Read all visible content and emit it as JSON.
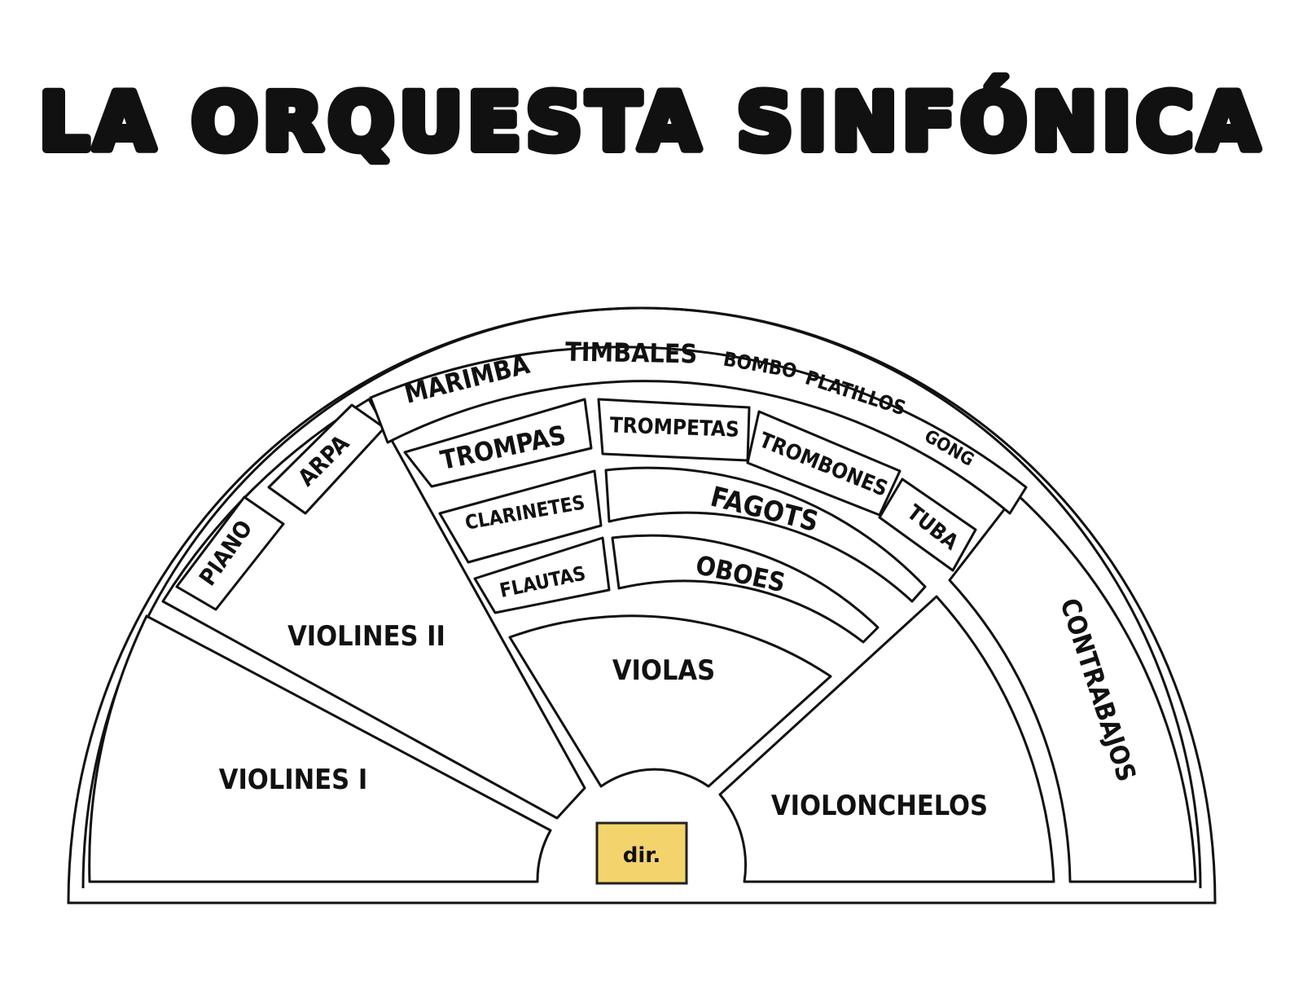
{
  "title": "LA ORQUESTA SINFÓNICA",
  "colors": {
    "conductor_box": "#f3d36b",
    "lines": "#111111",
    "background": "#ffffff"
  },
  "sections": {
    "violines_i": "VIOLINES I",
    "violines_ii": "VIOLINES II",
    "piano": "PIANO",
    "arpa": "ARPA",
    "violas": "VIOLAS",
    "violonchelos": "VIOLONCHELOS",
    "contrabajos": "CONTRABAJOS",
    "flautas": "FLAUTAS",
    "oboes": "OBOES",
    "clarinetes": "CLARINETES",
    "fagots": "FAGOTS",
    "trompas": "TROMPAS",
    "trompetas": "TROMPETAS",
    "trombones": "TROMBONES",
    "tuba": "TUBA",
    "marimba": "MARIMBA",
    "timbales": "TIMBALES",
    "bombo": "BOMBO",
    "platillos": "PLATILLOS",
    "gong": "GONG"
  },
  "conductor": "dir."
}
